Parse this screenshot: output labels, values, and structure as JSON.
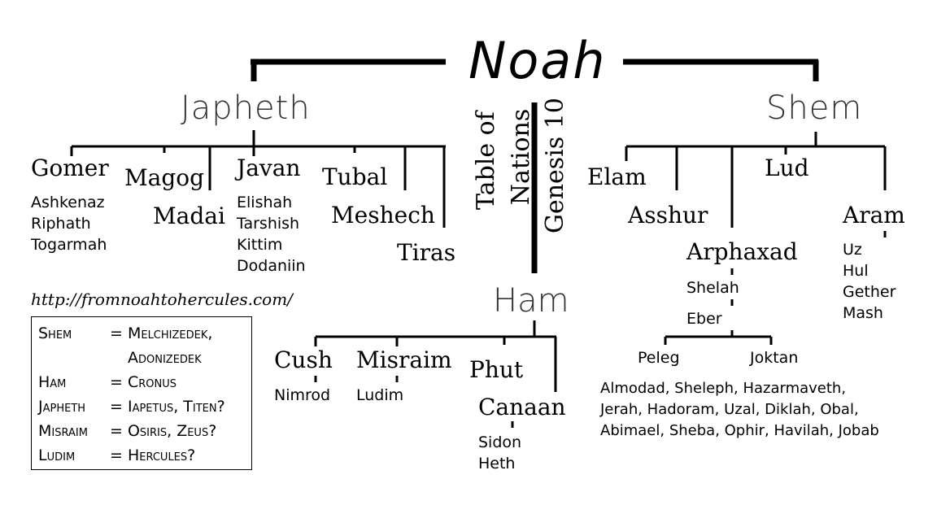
{
  "root": "Noah",
  "sons": {
    "japheth": "Japheth",
    "shem": "Shem",
    "ham": "Ham"
  },
  "title_vertical": {
    "line1": "Table of",
    "line2": "Nations",
    "line3": "Genesis 10"
  },
  "japheth_line": {
    "gomer": "Gomer",
    "gomer_sons": [
      "Ashkenaz",
      "Riphath",
      "Togarmah"
    ],
    "magog": "Magog",
    "madai": "Madai",
    "javan": "Javan",
    "javan_sons": [
      "Elishah",
      "Tarshish",
      "Kittim",
      "Dodaniin"
    ],
    "tubal": "Tubal",
    "meshech": "Meshech",
    "tiras": "Tiras"
  },
  "shem_line": {
    "elam": "Elam",
    "asshur": "Asshur",
    "lud": "Lud",
    "aram": "Aram",
    "aram_sons": [
      "Uz",
      "Hul",
      "Gether",
      "Mash"
    ],
    "arphaxad": "Arphaxad",
    "shelah": "Shelah",
    "eber": "Eber",
    "peleg": "Peleg",
    "joktan": "Joktan",
    "joktan_sons": [
      "Almodad, Sheleph, Hazarmaveth,",
      "Jerah, Hadoram, Uzal, Diklah, Obal,",
      "Abimael, Sheba, Ophir, Havilah, Jobab"
    ]
  },
  "ham_line": {
    "cush": "Cush",
    "cush_son": "Nimrod",
    "misraim": "Misraim",
    "misraim_son": "Ludim",
    "phut": "Phut",
    "canaan": "Canaan",
    "canaan_sons": [
      "Sidon",
      "Heth"
    ]
  },
  "url": "http://fromnoahtohercules.com/",
  "equivalences": [
    {
      "name": "Shem",
      "eq": "= Melchizedek,"
    },
    {
      "name": "",
      "eq": "Adonizedek"
    },
    {
      "name": "Ham",
      "eq": "= Cronus"
    },
    {
      "name": "Japheth",
      "eq": "= Iapetus, Titen?"
    },
    {
      "name": "Misraim",
      "eq": "= Osiris, Zeus?"
    },
    {
      "name": "Ludim",
      "eq": "= Hercules?"
    }
  ]
}
